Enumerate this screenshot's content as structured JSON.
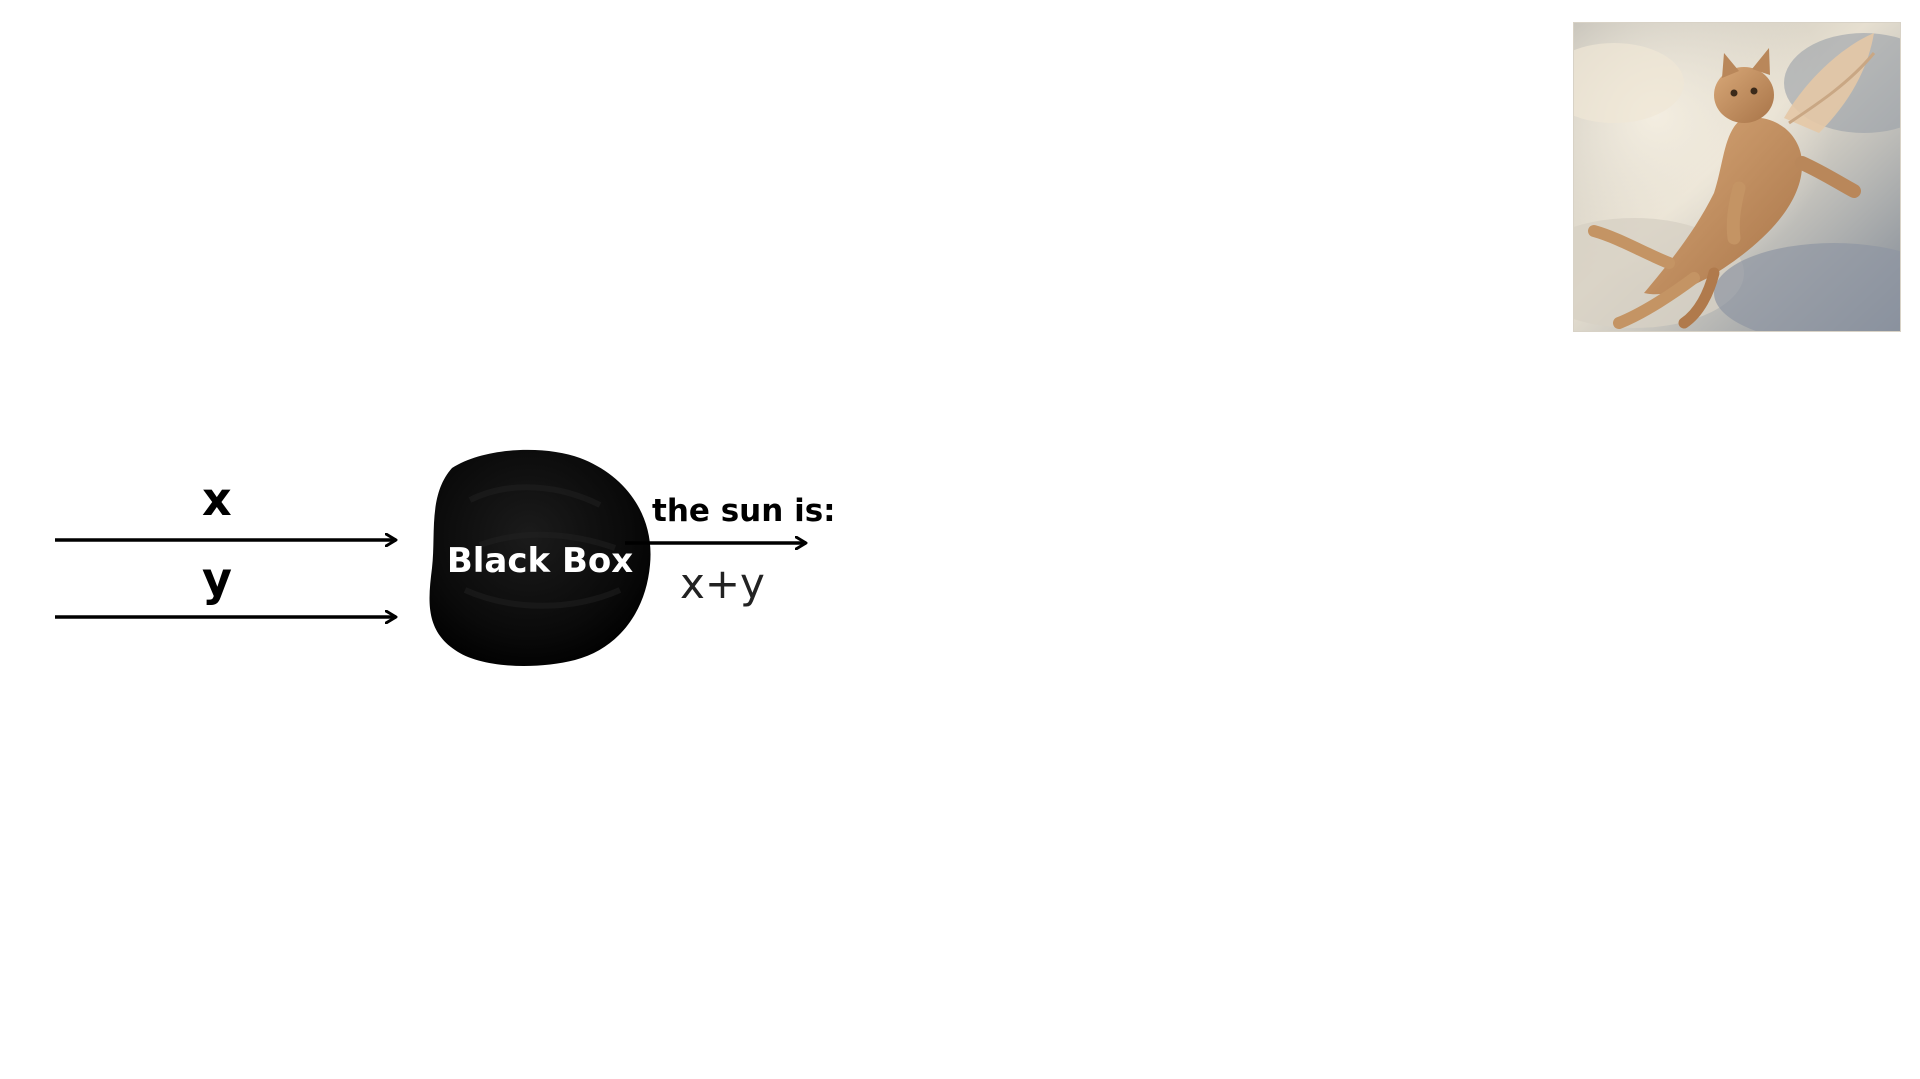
{
  "diagram": {
    "inputs": [
      {
        "label": "x"
      },
      {
        "label": "y"
      }
    ],
    "box_label": "Black Box",
    "output_title": "the sun is:",
    "output_value": "x+y"
  },
  "image": {
    "subject": "cat-with-wings-in-clouds"
  },
  "colors": {
    "background": "#ffffff",
    "ink": "#000000",
    "blob": "#0a0a0a",
    "box_text": "#ffffff"
  }
}
